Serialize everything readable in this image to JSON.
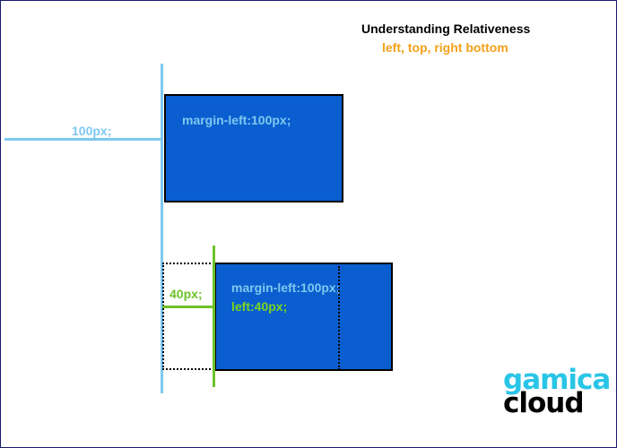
{
  "header": {
    "title": "Understanding Relativeness",
    "subtitle": "left, top, right bottom"
  },
  "diagram": {
    "margin_label": "100px;",
    "offset_label": "40px;",
    "box1": {
      "line1": "margin-left:100px;"
    },
    "box2": {
      "line1": "margin-left:100px;",
      "line2": "left:40px;"
    }
  },
  "logo": {
    "top": "gamica",
    "bottom": "cloud"
  },
  "colors": {
    "box_fill": "#0a5ecf",
    "guide_blue": "#7ec8f0",
    "guide_green": "#6cc22a",
    "subtitle_orange": "#f4a11a",
    "logo_cyan": "#29c5e6"
  }
}
